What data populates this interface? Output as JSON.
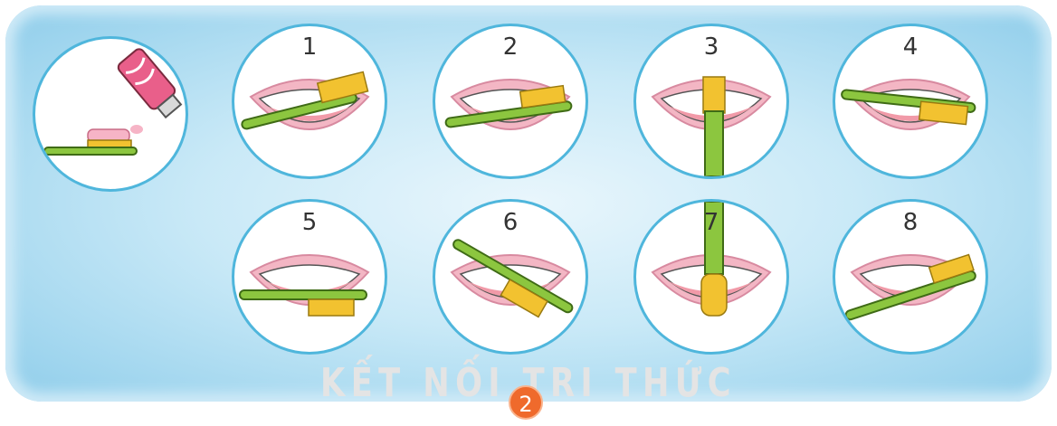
{
  "steps": [
    {
      "number": "1",
      "tooth_side": "upper-left"
    },
    {
      "number": "2",
      "tooth_side": "upper-right"
    },
    {
      "number": "3",
      "tooth_side": "upper-front"
    },
    {
      "number": "4",
      "tooth_side": "upper-chewing"
    },
    {
      "number": "5",
      "tooth_side": "lower-left"
    },
    {
      "number": "6",
      "tooth_side": "lower-right"
    },
    {
      "number": "7",
      "tooth_side": "lower-front"
    },
    {
      "number": "8",
      "tooth_side": "lower-chewing"
    }
  ],
  "watermark": "KẾT NỐI TRI THỨC",
  "page_number": "2",
  "colors": {
    "panel": "#bfe4f5",
    "circle_border": "#4fb6dc",
    "gum": "#f3b6c4",
    "toothbrush_handle": "#8cc63f",
    "bristles": "#f2c230",
    "page_badge": "#ef6a2c"
  }
}
